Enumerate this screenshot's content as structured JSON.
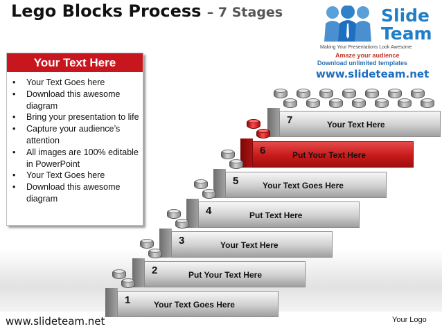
{
  "title": {
    "main": "Lego Blocks Process",
    "suffix": "– 7 Stages"
  },
  "logo": {
    "word1": "Slide",
    "word2": "Team",
    "tagline": "Making Your Presentations Look Awesome",
    "line1": "Amaze your audience",
    "line2": "Download unlimited templates",
    "url": "www.slideteam.net"
  },
  "textbox": {
    "heading": "Your Text Here",
    "bullets": [
      "Your Text Goes here",
      "Download this awesome diagram",
      "Bring your presentation to life",
      "Capture your audience’s attention",
      "All images are 100% editable in PowerPoint",
      "Your Text Goes here",
      "Download this awesome diagram"
    ]
  },
  "stages": [
    {
      "number": "1",
      "label": "Your Text Goes Here"
    },
    {
      "number": "2",
      "label": "Put Your Text Here"
    },
    {
      "number": "3",
      "label": "Your Text Here"
    },
    {
      "number": "4",
      "label": "Put Text Here"
    },
    {
      "number": "5",
      "label": "Your Text Goes Here"
    },
    {
      "number": "6",
      "label": "Put Your Text Here"
    },
    {
      "number": "7",
      "label": "Your Text Here"
    }
  ],
  "highlight_color": "#c8161e",
  "footer": {
    "url": "www.slideteam.net",
    "logo_text": "Your Logo"
  }
}
